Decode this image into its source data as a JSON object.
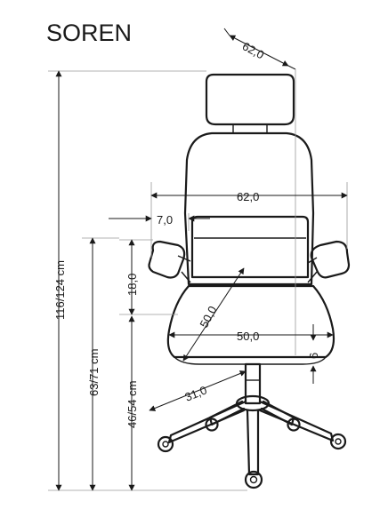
{
  "title": "SOREN",
  "dimensions": {
    "headrest_depth": "62,0",
    "width": "62,0",
    "armrest_height": "7,0",
    "backrest_height": "18,0",
    "seat_depth": "50,0",
    "seat_width": "50,0",
    "seat_thickness": "6",
    "base_radius": "31,0",
    "total_height": "116/124 cm",
    "armrest_floor_height": "63/71 cm",
    "seat_height": "46/54 cm"
  }
}
